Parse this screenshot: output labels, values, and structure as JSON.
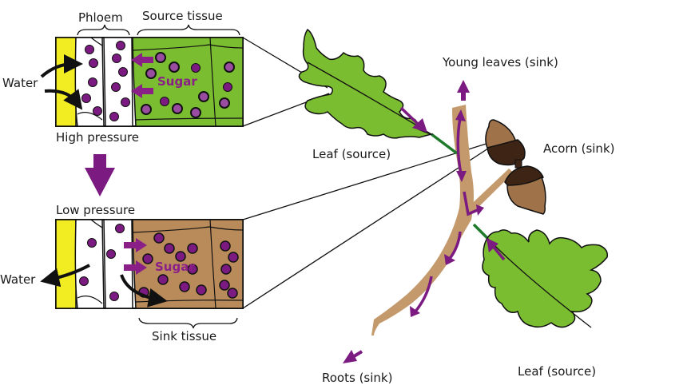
{
  "colors": {
    "xylem": "#f2ec23",
    "source_tissue": "#7bbd30",
    "sink_tissue": "#b98a5a",
    "stem": "#c49a6c",
    "leaf": "#7bbd30",
    "acorn_nut": "#a0724a",
    "acorn_cap": "#3e2414",
    "sugar_purple": "#7b1a80",
    "sugar_purple_light": "#9a4da0",
    "outline": "#111111",
    "petiole": "#1f7a2c"
  },
  "source_panel": {
    "phloem_label": "Phloem",
    "tissue_label": "Source tissue",
    "water_label": "Water",
    "sugar_label": "Sugar",
    "pressure_label": "High pressure"
  },
  "sink_panel": {
    "pressure_label": "Low pressure",
    "water_label": "Water",
    "sugar_label": "Sugar",
    "tissue_label": "Sink tissue"
  },
  "plant": {
    "young_leaves_label": "Young leaves (sink)",
    "upper_leaf_label": "Leaf (source)",
    "acorn_label": "Acorn (sink)",
    "lower_leaf_label": "Leaf (source)",
    "roots_label": "Roots (sink)"
  },
  "flow_direction": "High pressure to Low pressure"
}
